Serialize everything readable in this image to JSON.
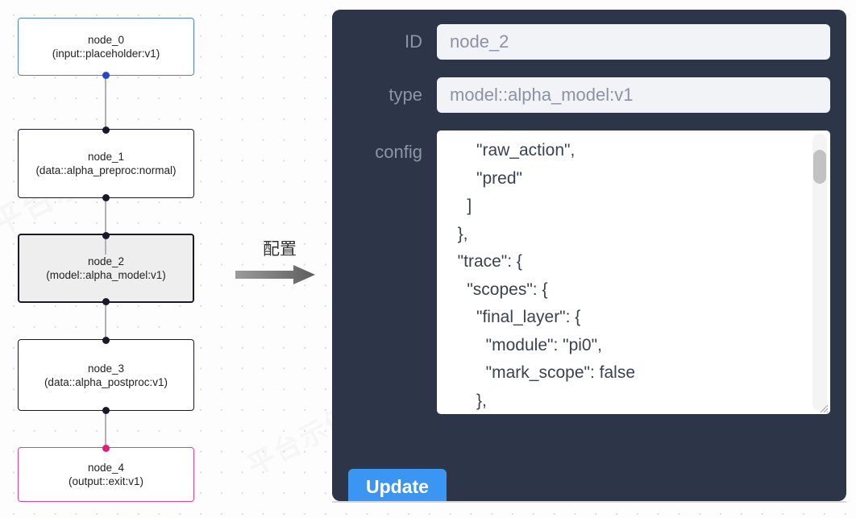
{
  "canvas": {
    "watermark_text": "平台示例",
    "nodes": [
      {
        "id": "node_0",
        "title": "node_0",
        "subtitle": "(input::placeholder:v1)",
        "kind": "input",
        "border_color": "#4f7fd6",
        "handle_color": "#1a49d8",
        "selected": false
      },
      {
        "id": "node_1",
        "title": "node_1",
        "subtitle": "(data::alpha_preproc:normal)",
        "kind": "default",
        "border_color": "#1a192b",
        "handle_color": "#1a192b",
        "selected": false
      },
      {
        "id": "node_2",
        "title": "node_2",
        "subtitle": "(model::alpha_model:v1)",
        "kind": "default",
        "border_color": "#1a192b",
        "handle_color": "#1a192b",
        "selected": true
      },
      {
        "id": "node_3",
        "title": "node_3",
        "subtitle": "(data::alpha_postproc:v1)",
        "kind": "default",
        "border_color": "#1a192b",
        "handle_color": "#1a192b",
        "selected": false
      },
      {
        "id": "node_4",
        "title": "node_4",
        "subtitle": "(output::exit:v1)",
        "kind": "output",
        "border_color": "#e0429a",
        "handle_color": "#e8187f",
        "selected": false
      }
    ]
  },
  "annotation": {
    "label": "配置",
    "arrow_icon": "right-arrow-icon",
    "arrow_color": "#6f6f6f"
  },
  "panel": {
    "background_color": "#2d3648",
    "fields": [
      {
        "label": "ID",
        "value": "node_2"
      },
      {
        "label": "type",
        "value": "model::alpha_model:v1"
      }
    ],
    "config": {
      "label": "config",
      "value": "      \"raw_action\",\n      \"pred\"\n    ]\n  },\n  \"trace\": {\n    \"scopes\": {\n      \"final_layer\": {\n        \"module\": \"pi0\",\n        \"mark_scope\": false\n      },\n      \"action_model\": {",
      "resize_handle_icon": "resize-grip-icon"
    },
    "update_button": {
      "label": "Update",
      "color": "#3b96f3"
    }
  }
}
